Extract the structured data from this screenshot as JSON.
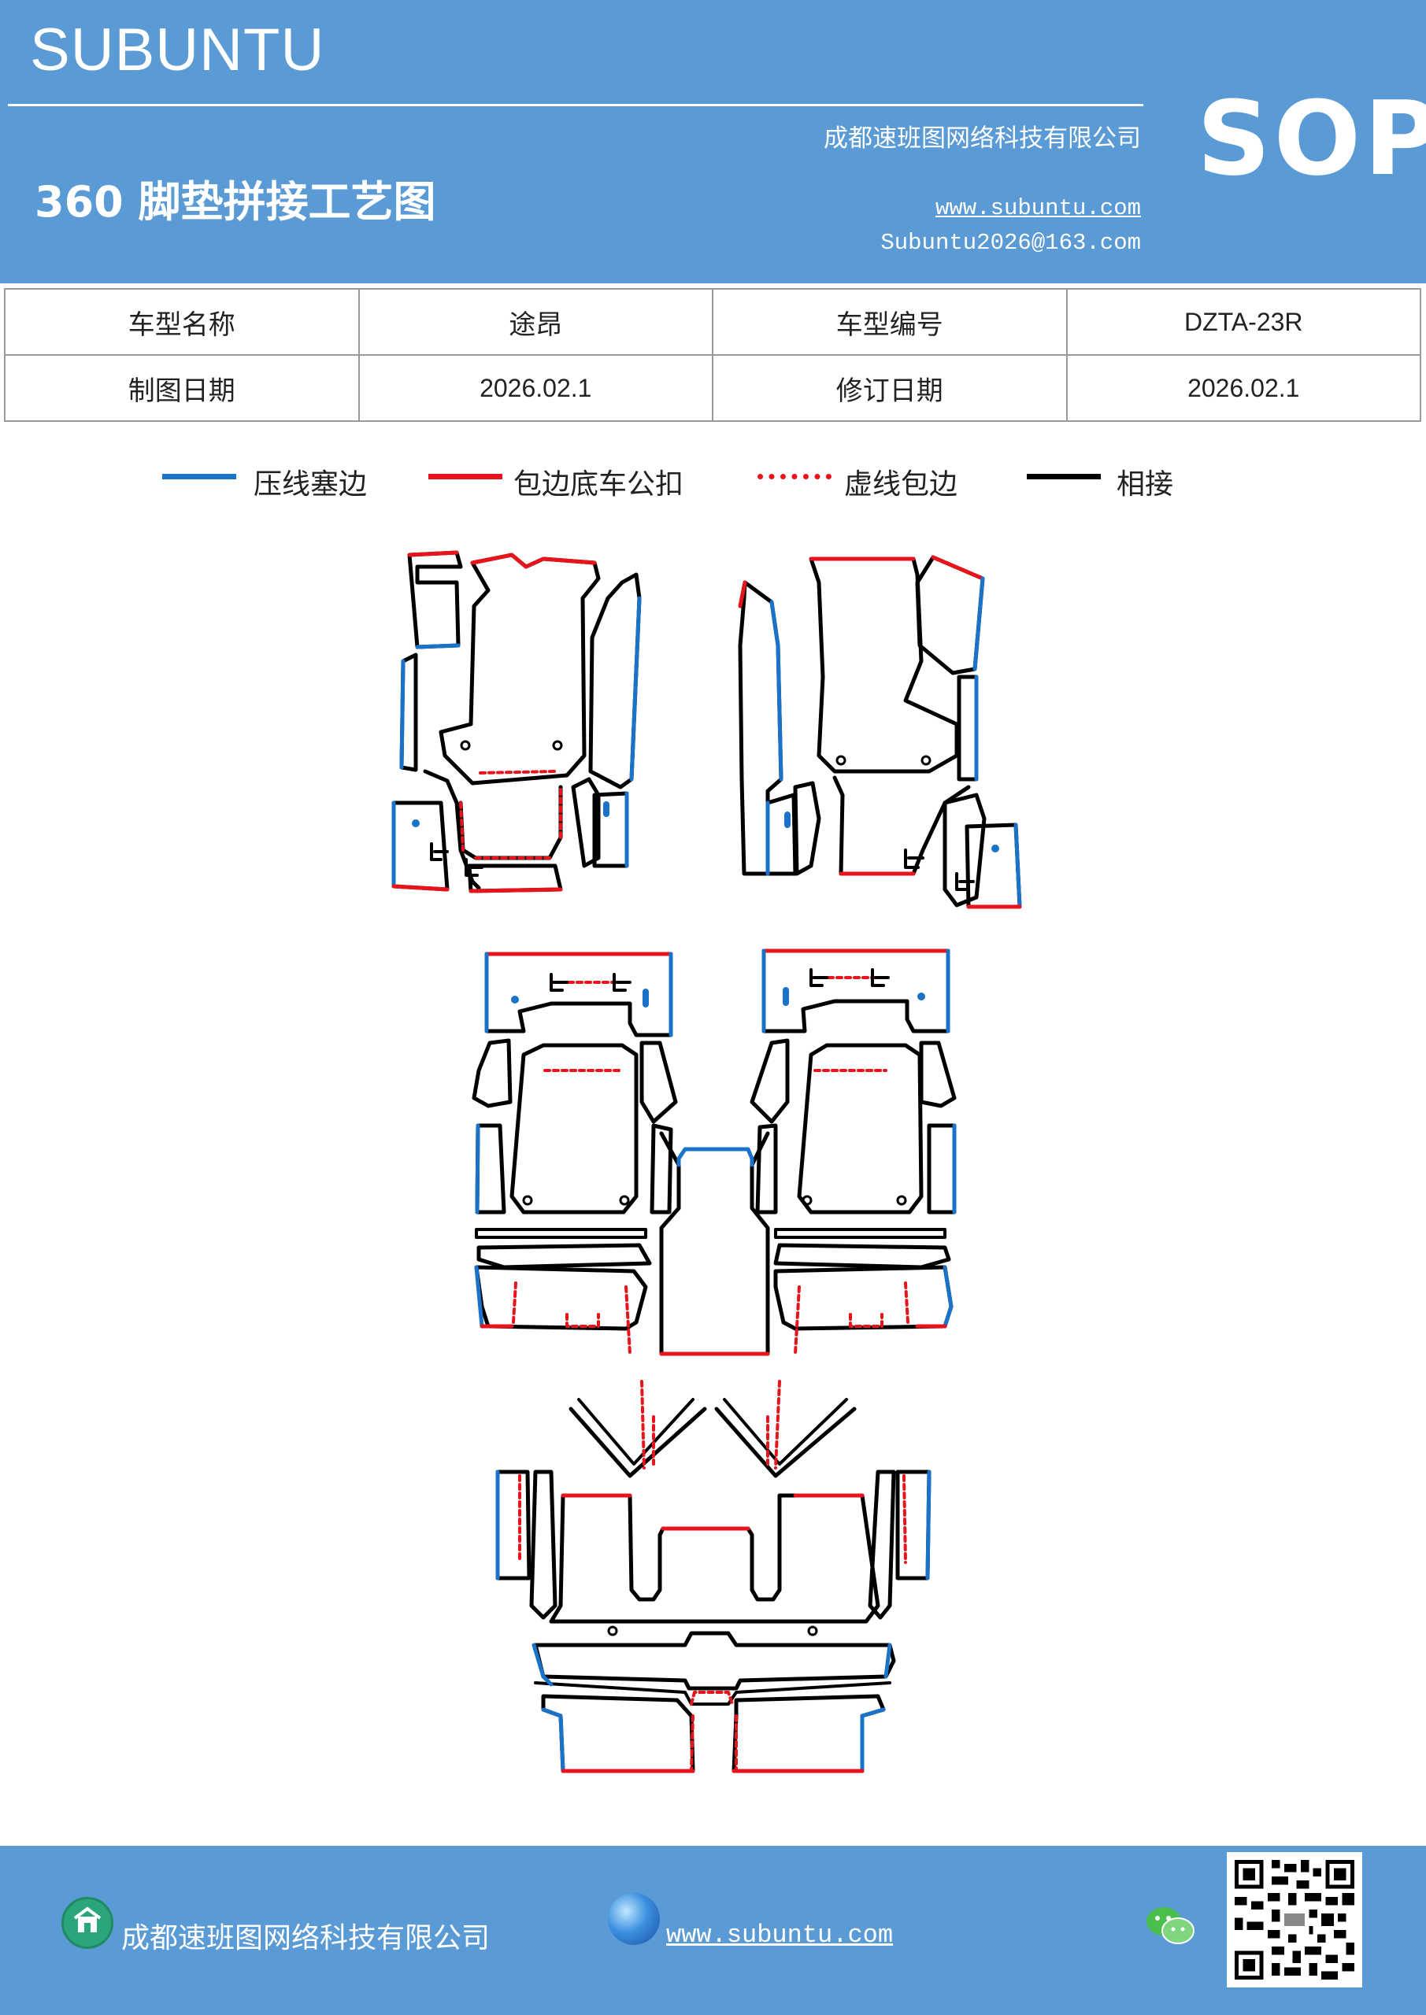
{
  "colors": {
    "header_bg": "#5b9bd5",
    "press_line": "#1a73c8",
    "edge_wrap": "#e8141c",
    "joint": "#000000"
  },
  "header": {
    "brand": "SUBUNTU",
    "company": "成都速班图网络科技有限公司",
    "title": "360 脚垫拼接工艺图",
    "website": "www.subuntu.com",
    "email": "Subuntu2026@163.com",
    "badge": "SOP"
  },
  "info_table": [
    [
      {
        "text": "车型名称",
        "kind": "label"
      },
      {
        "text": "途昂",
        "kind": "value"
      },
      {
        "text": "车型编号",
        "kind": "label"
      },
      {
        "text": "DZTA-23R",
        "kind": "value"
      }
    ],
    [
      {
        "text": "制图日期",
        "kind": "label"
      },
      {
        "text": "2026.02.1",
        "kind": "value"
      },
      {
        "text": "修订日期",
        "kind": "label"
      },
      {
        "text": "2026.02.1",
        "kind": "value"
      }
    ]
  ],
  "legend": [
    {
      "label": "压线塞边",
      "style": "blue-solid"
    },
    {
      "label": "包边底车公扣",
      "style": "red-solid"
    },
    {
      "label": "虚线包边",
      "style": "red-dotted"
    },
    {
      "label": "相接",
      "style": "black-solid"
    }
  ],
  "icons": {
    "company": "building-icon",
    "website": "globe-icon",
    "social": "wechat-icon",
    "qr": "qr-code-icon"
  },
  "footer": {
    "company": "成都速班图网络科技有限公司",
    "website": "www.subuntu.com"
  }
}
